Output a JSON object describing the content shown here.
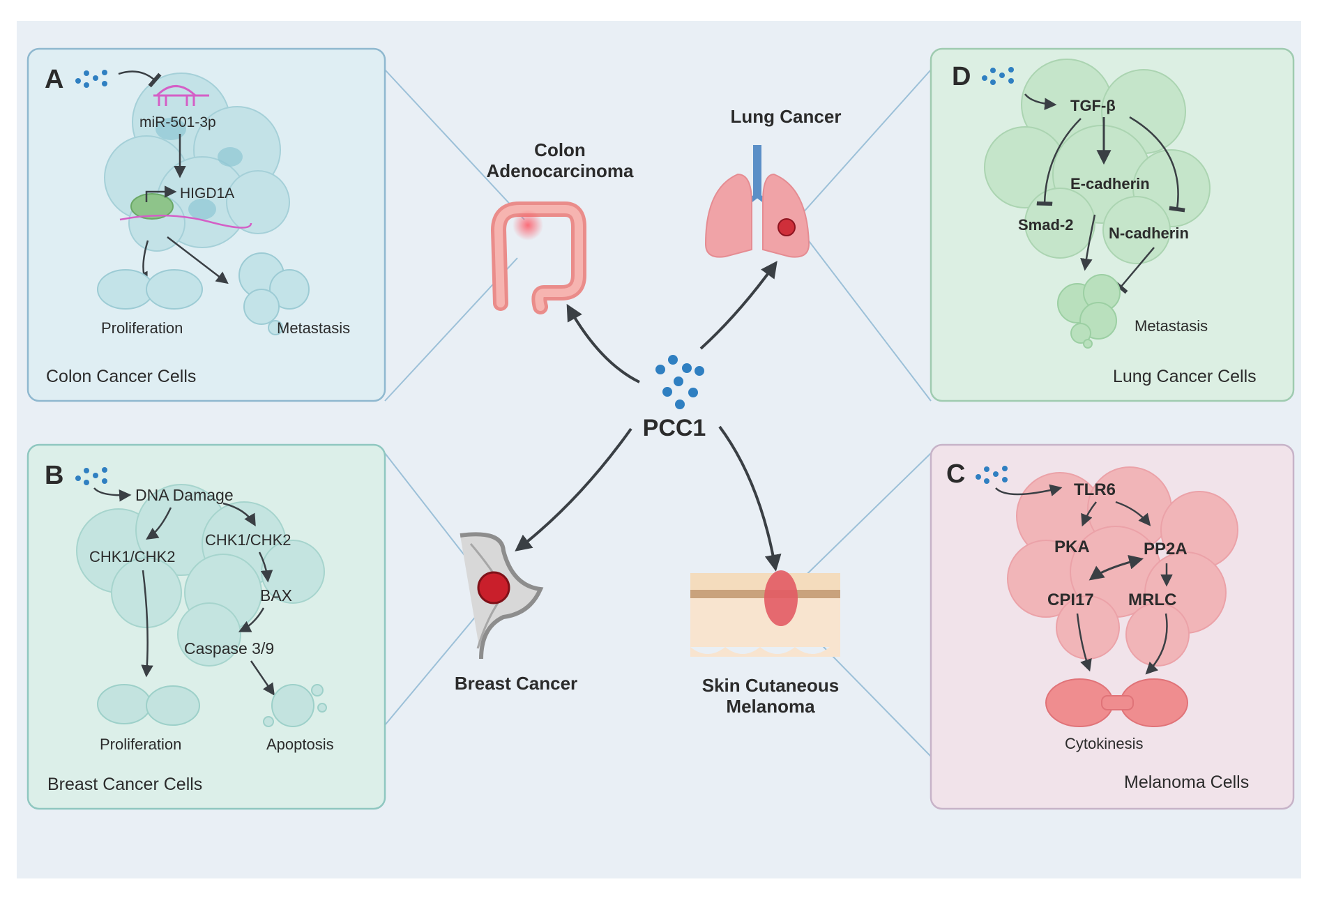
{
  "center": {
    "label": "PCC1"
  },
  "organs": {
    "colon": {
      "line1": "Colon",
      "line2": "Adenocarcinoma"
    },
    "lung": {
      "label": "Lung Cancer"
    },
    "breast": {
      "label": "Breast Cancer"
    },
    "skin": {
      "line1": "Skin Cutaneous",
      "line2": "Melanoma"
    }
  },
  "panels": {
    "A": {
      "letter": "A",
      "cells_label": "Colon Cancer Cells",
      "nodes": {
        "mir": "miR-501-3p",
        "higd": "HIGD1A",
        "prolif": "Proliferation",
        "meta": "Metastasis"
      }
    },
    "B": {
      "letter": "B",
      "cells_label": "Breast Cancer Cells",
      "nodes": {
        "dna": "DNA Damage",
        "chk_left": "CHK1/CHK2",
        "chk_right": "CHK1/CHK2",
        "bax": "BAX",
        "casp": "Caspase 3/9",
        "prolif": "Proliferation",
        "apop": "Apoptosis"
      }
    },
    "C": {
      "letter": "C",
      "cells_label": "Melanoma Cells",
      "nodes": {
        "tlr": "TLR6",
        "pka": "PKA",
        "pp2a": "PP2A",
        "cpi": "CPI17",
        "mrlc": "MRLC",
        "cyto": "Cytokinesis"
      }
    },
    "D": {
      "letter": "D",
      "cells_label": "Lung Cancer Cells",
      "nodes": {
        "tgf": "TGF-β",
        "ecad": "E-cadherin",
        "smad": "Smad-2",
        "ncad": "N-cadherin",
        "meta": "Metastasis"
      }
    }
  },
  "colors": {
    "background": "#e9eff5",
    "panel_blue": "#dfeef3",
    "panel_green": "#dcefe3",
    "panel_pink": "#f1e3ea",
    "panel_border_blue": "#8fb8cf",
    "panel_border_green": "#9fcbb0",
    "panel_border_pink": "#c7b3c8",
    "drug_dot": "#2f7fc1",
    "arrow": "#3a3f44"
  }
}
